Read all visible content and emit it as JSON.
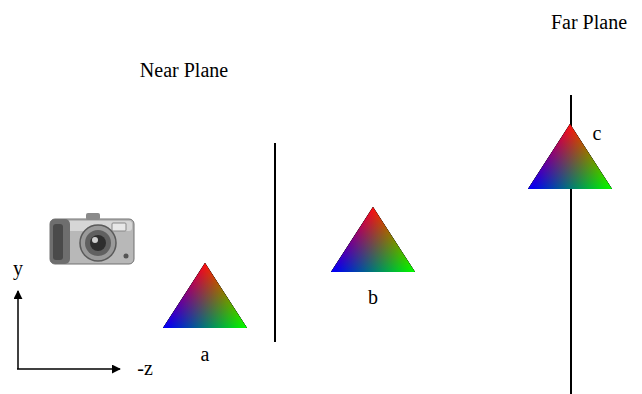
{
  "diagram": {
    "labels": [
      "Near Plane",
      "Far Plane",
      "a",
      "b",
      "c",
      "y",
      "-z"
    ]
  }
}
